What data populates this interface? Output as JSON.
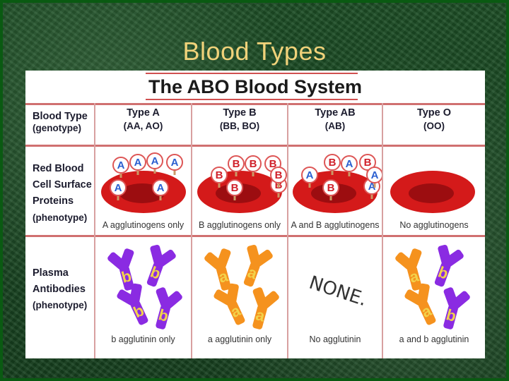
{
  "slide": {
    "title": "Blood Types"
  },
  "chart": {
    "title": "The ABO Blood System",
    "row_labels": {
      "blood_type": [
        "Blood Type",
        "(genotype)"
      ],
      "surface": [
        "Red Blood",
        "Cell Surface",
        "Proteins",
        "(phenotype)"
      ],
      "plasma": [
        "Plasma",
        "Antibodies",
        "(phenotype)"
      ]
    },
    "columns": [
      {
        "type": "Type A",
        "genotype": "(AA, AO)",
        "antigen_letters": [
          "A",
          "A",
          "A",
          "A",
          "A",
          "A"
        ],
        "antigen_caption": "A agglutinogens only",
        "antibody_letters": [
          "b",
          "b",
          "b",
          "b"
        ],
        "antibody_caption": "b agglutinin only"
      },
      {
        "type": "Type B",
        "genotype": "(BB, BO)",
        "antigen_letters": [
          "B",
          "B",
          "B",
          "B",
          "B",
          "B",
          "B"
        ],
        "antigen_caption": "B agglutinogens only",
        "antibody_letters": [
          "a",
          "a",
          "a",
          "a"
        ],
        "antibody_caption": "a agglutinin only"
      },
      {
        "type": "Type AB",
        "genotype": "(AB)",
        "antigen_letters": [
          "A",
          "B",
          "A",
          "B",
          "B",
          "A",
          "A"
        ],
        "antigen_caption": "A and B agglutinogens",
        "antibody_text": "NONE.",
        "antibody_caption": "No agglutinin"
      },
      {
        "type": "Type O",
        "genotype": "(OO)",
        "antigen_caption": "No agglutinogens",
        "antibody_letters": [
          "a",
          "b",
          "a",
          "b"
        ],
        "antibody_caption": "a and b agglutinin"
      }
    ],
    "colors": {
      "cell": "#d41a1a",
      "antigen_a_letter": "#2a5fd0",
      "antigen_b_letter": "#d0202a",
      "anti_b_body": "#8a2be2",
      "anti_a_body": "#f5921e",
      "antibody_letter": "#f2d24a",
      "title": "#f0d27a"
    }
  }
}
